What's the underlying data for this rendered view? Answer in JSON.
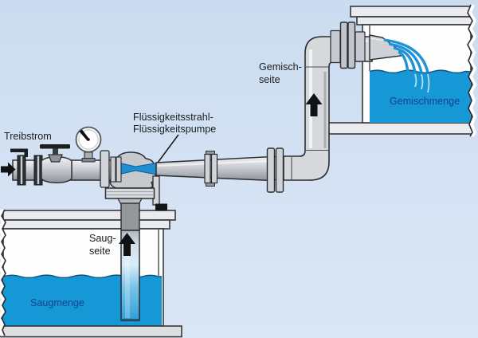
{
  "diagram": {
    "labels": {
      "treibstrom": "Treibstrom",
      "pump_line1": "Flüssigkeitsstrahl-",
      "pump_line2": "Flüssigkeitspumpe",
      "gemischseite_line1": "Gemisch-",
      "gemischseite_line2": "seite",
      "saugseite_line1": "Saug-",
      "saugseite_line2": "seite",
      "saugmenge": "Saugmenge",
      "gemischmenge": "Gemischmenge"
    },
    "icons": {
      "drive_flow_arrow": "▶",
      "suction_flow_arrow": "▲",
      "mixture_flow_arrow": "▲",
      "pressure_gauge_icon": "◴"
    },
    "colors": {
      "background_top": "#cbdcf0",
      "background_bottom": "#dbe7f6",
      "water": "#1697d6",
      "jet_blue": "#1f8fd2",
      "tank_label_text": "#15418e",
      "label_text": "#1a1c1e",
      "metal_light": "#eff0f2",
      "metal_dark": "#8f949c",
      "outline": "#2b2d30",
      "arrow_black": "#101214"
    }
  }
}
